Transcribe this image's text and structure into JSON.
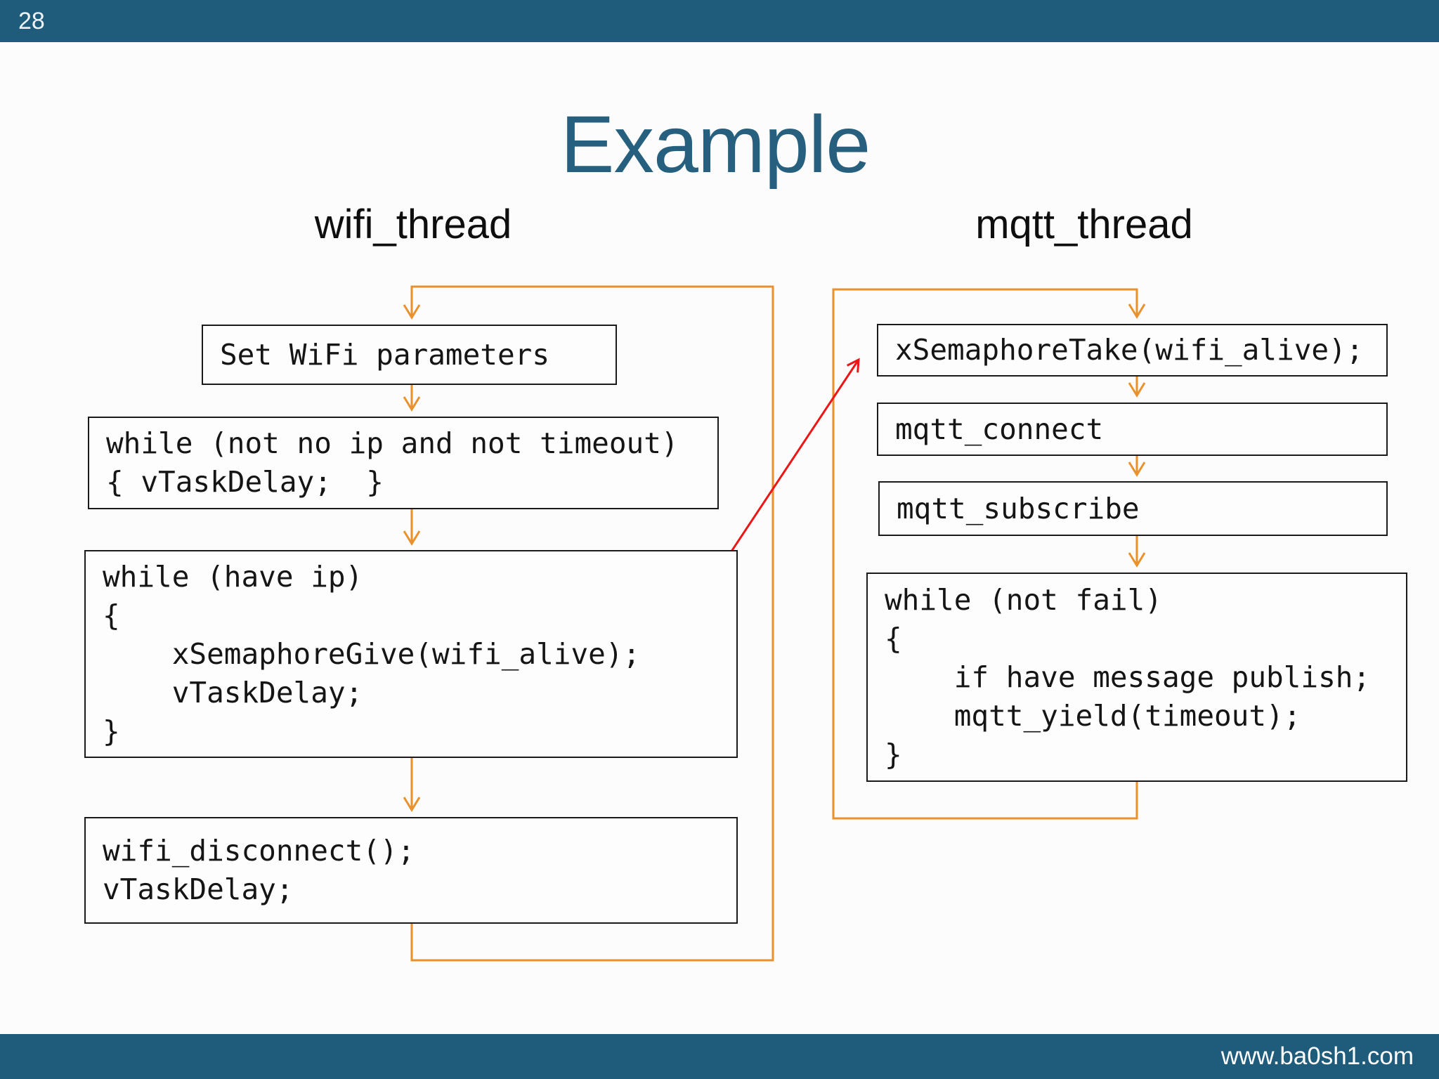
{
  "slide": {
    "number": "28",
    "title": "Example",
    "footer_url": "www.ba0sh1.com"
  },
  "colors": {
    "bar_teal": "#1f5b7b",
    "title_blue": "#27607f",
    "flow_orange": "#e8912d",
    "signal_red": "#ed1515",
    "box_border": "#1a1a1a",
    "code_text": "#151515"
  },
  "diagram": {
    "columns": [
      {
        "label": "wifi_thread",
        "nodes": [
          {
            "id": "set-wifi-parameters",
            "text": "Set WiFi parameters"
          },
          {
            "id": "wait-for-ip",
            "text": "while (not no ip and not timeout)\n{ vTaskDelay;  }"
          },
          {
            "id": "have-ip-loop",
            "text": "while (have ip)\n{\n    xSemaphoreGive(wifi_alive);\n    vTaskDelay;\n}"
          },
          {
            "id": "wifi-disconnect",
            "text": "wifi_disconnect();\nvTaskDelay;"
          }
        ]
      },
      {
        "label": "mqtt_thread",
        "nodes": [
          {
            "id": "semaphore-take",
            "text": "xSemaphoreTake(wifi_alive);"
          },
          {
            "id": "mqtt-connect",
            "text": "mqtt_connect"
          },
          {
            "id": "mqtt-subscribe",
            "text": "mqtt_subscribe"
          },
          {
            "id": "mqtt-publish-loop",
            "text": "while (not fail)\n{\n    if have message publish;\n    mqtt_yield(timeout);\n}"
          }
        ]
      }
    ],
    "connectors": {
      "wifi_loop": "wifi_disconnect bottom loops back to Set WiFi parameters top",
      "mqtt_loop": "mqtt while-loop bottom loops back to xSemaphoreTake top",
      "semaphore_signal": "xSemaphoreGive(wifi_alive) signals xSemaphoreTake(wifi_alive)"
    }
  }
}
